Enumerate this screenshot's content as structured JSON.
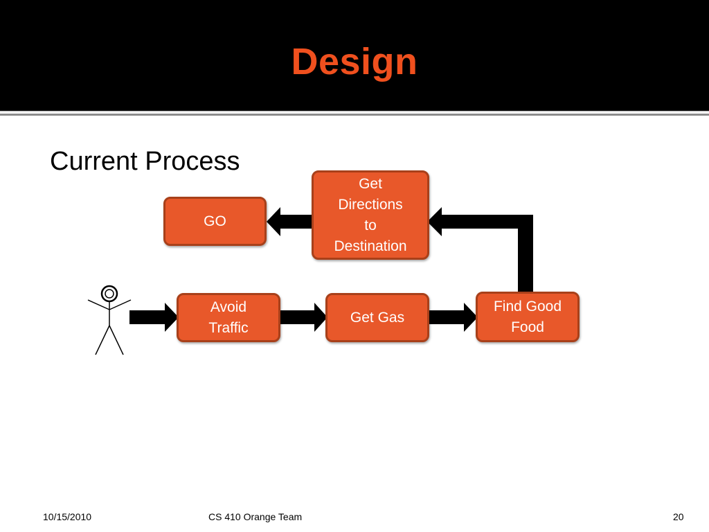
{
  "slide": {
    "title": "Design",
    "subtitle": "Current Process",
    "colors": {
      "title_bar": "#000000",
      "title_text": "#f0501e",
      "box_fill": "#e8582a",
      "box_border": "#a8401a",
      "arrow": "#000000"
    }
  },
  "diagram": {
    "actor_icon": "stick-figure-icon",
    "boxes": {
      "go": "GO",
      "directions": [
        "Get",
        "Directions",
        "to",
        "Destination"
      ],
      "avoid": [
        "Avoid",
        "Traffic"
      ],
      "gas": "Get Gas",
      "food": [
        "Find Good",
        "Food"
      ]
    }
  },
  "footer": {
    "date": "10/15/2010",
    "team": "CS 410 Orange Team",
    "page": "20"
  }
}
